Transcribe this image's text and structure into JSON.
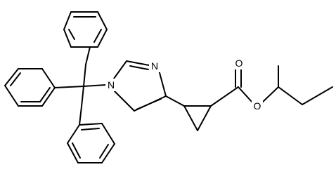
{
  "structure": {
    "atoms": {
      "imidazole_n3": "N",
      "imidazole_n1": "N",
      "carbonyl_o": "O",
      "ester_o": "O"
    }
  },
  "colors": {
    "bond": "#000000",
    "label": "#000000",
    "background": "#ffffff"
  }
}
